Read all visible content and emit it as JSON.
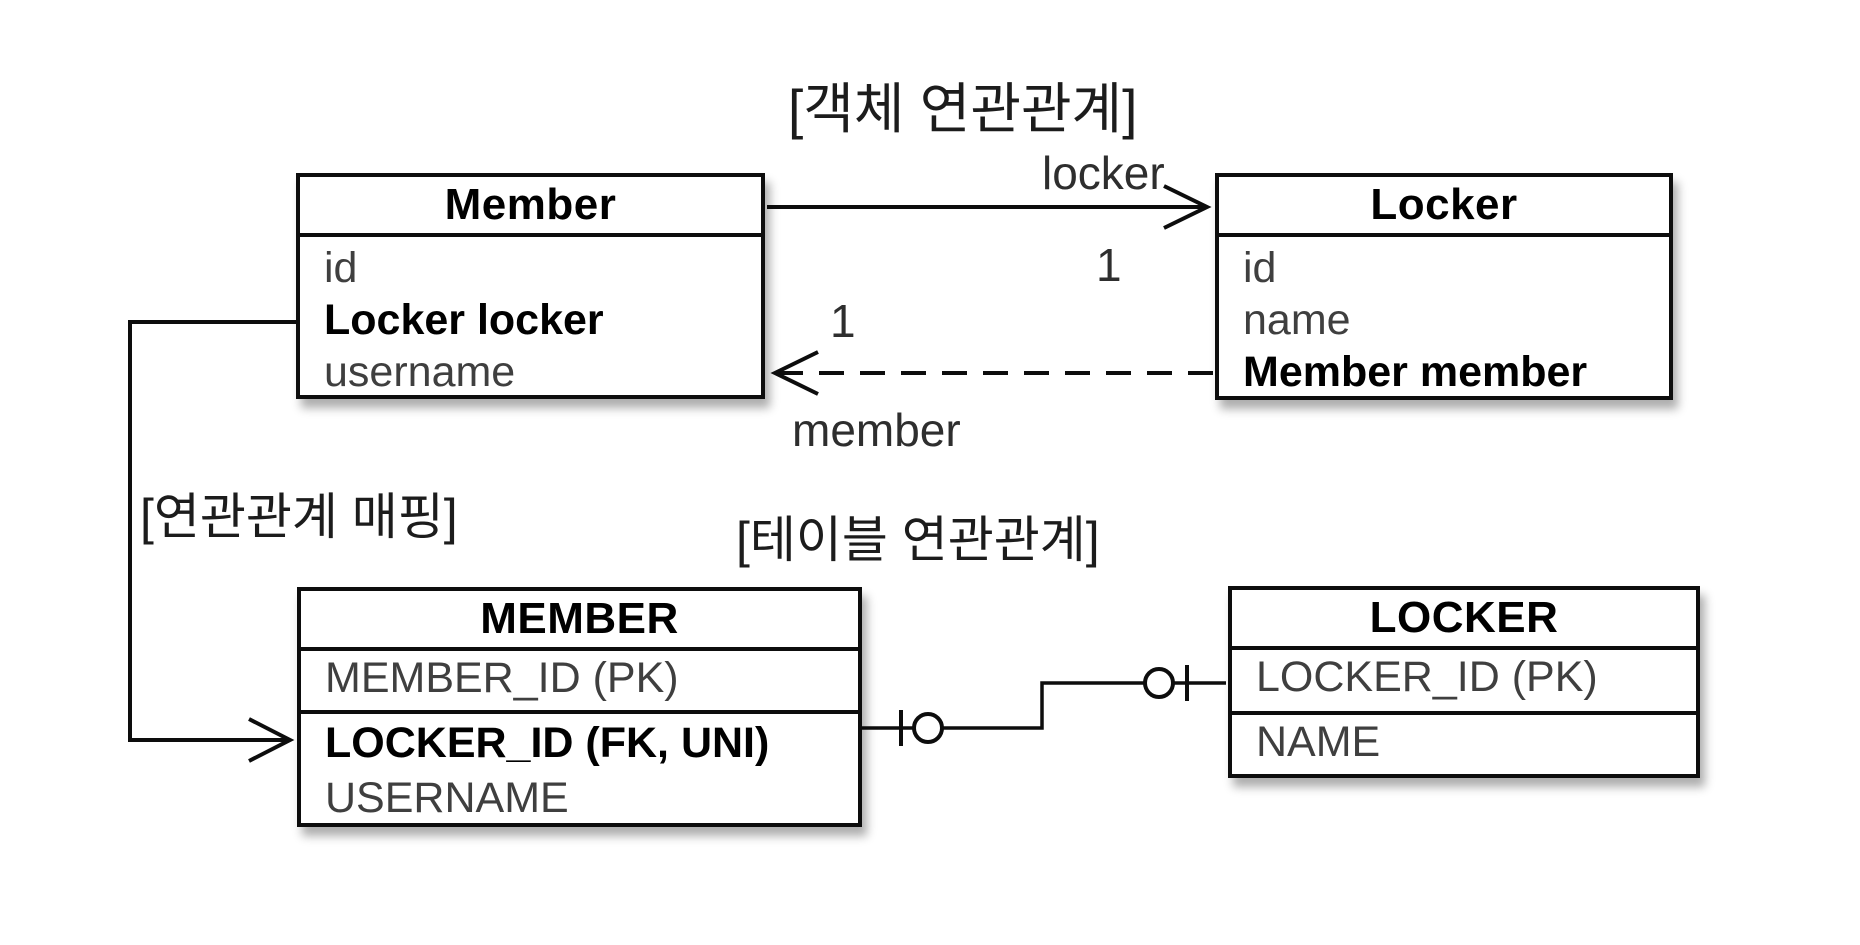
{
  "titles": {
    "object_section": "[객체 연관관계]",
    "table_section": "[테이블 연관관계]",
    "mapping_label": "[연관관계 매핑]"
  },
  "object_diagram": {
    "member_class": {
      "name": "Member",
      "fields": [
        {
          "label": "id"
        },
        {
          "label": "Locker locker"
        },
        {
          "label": "username"
        }
      ]
    },
    "locker_class": {
      "name": "Locker",
      "fields": [
        {
          "label": "id"
        },
        {
          "label": "name"
        },
        {
          "label": "Member member"
        }
      ]
    },
    "associations": {
      "locker_label": "locker",
      "locker_multiplicity": "1",
      "member_label": "member",
      "member_multiplicity": "1"
    }
  },
  "table_diagram": {
    "member_table": {
      "name": "MEMBER",
      "pk_row": "MEMBER_ID (PK)",
      "rows": [
        {
          "label": "LOCKER_ID (FK, UNI)"
        },
        {
          "label": "USERNAME"
        }
      ]
    },
    "locker_table": {
      "name": "LOCKER",
      "pk_row": "LOCKER_ID (PK)",
      "rows": [
        {
          "label": "NAME"
        }
      ]
    }
  },
  "colors": {
    "line": "#0d0d0d",
    "text_regular": "#3f3f3f",
    "text_emphasis": "#000000",
    "background": "#ffffff"
  }
}
